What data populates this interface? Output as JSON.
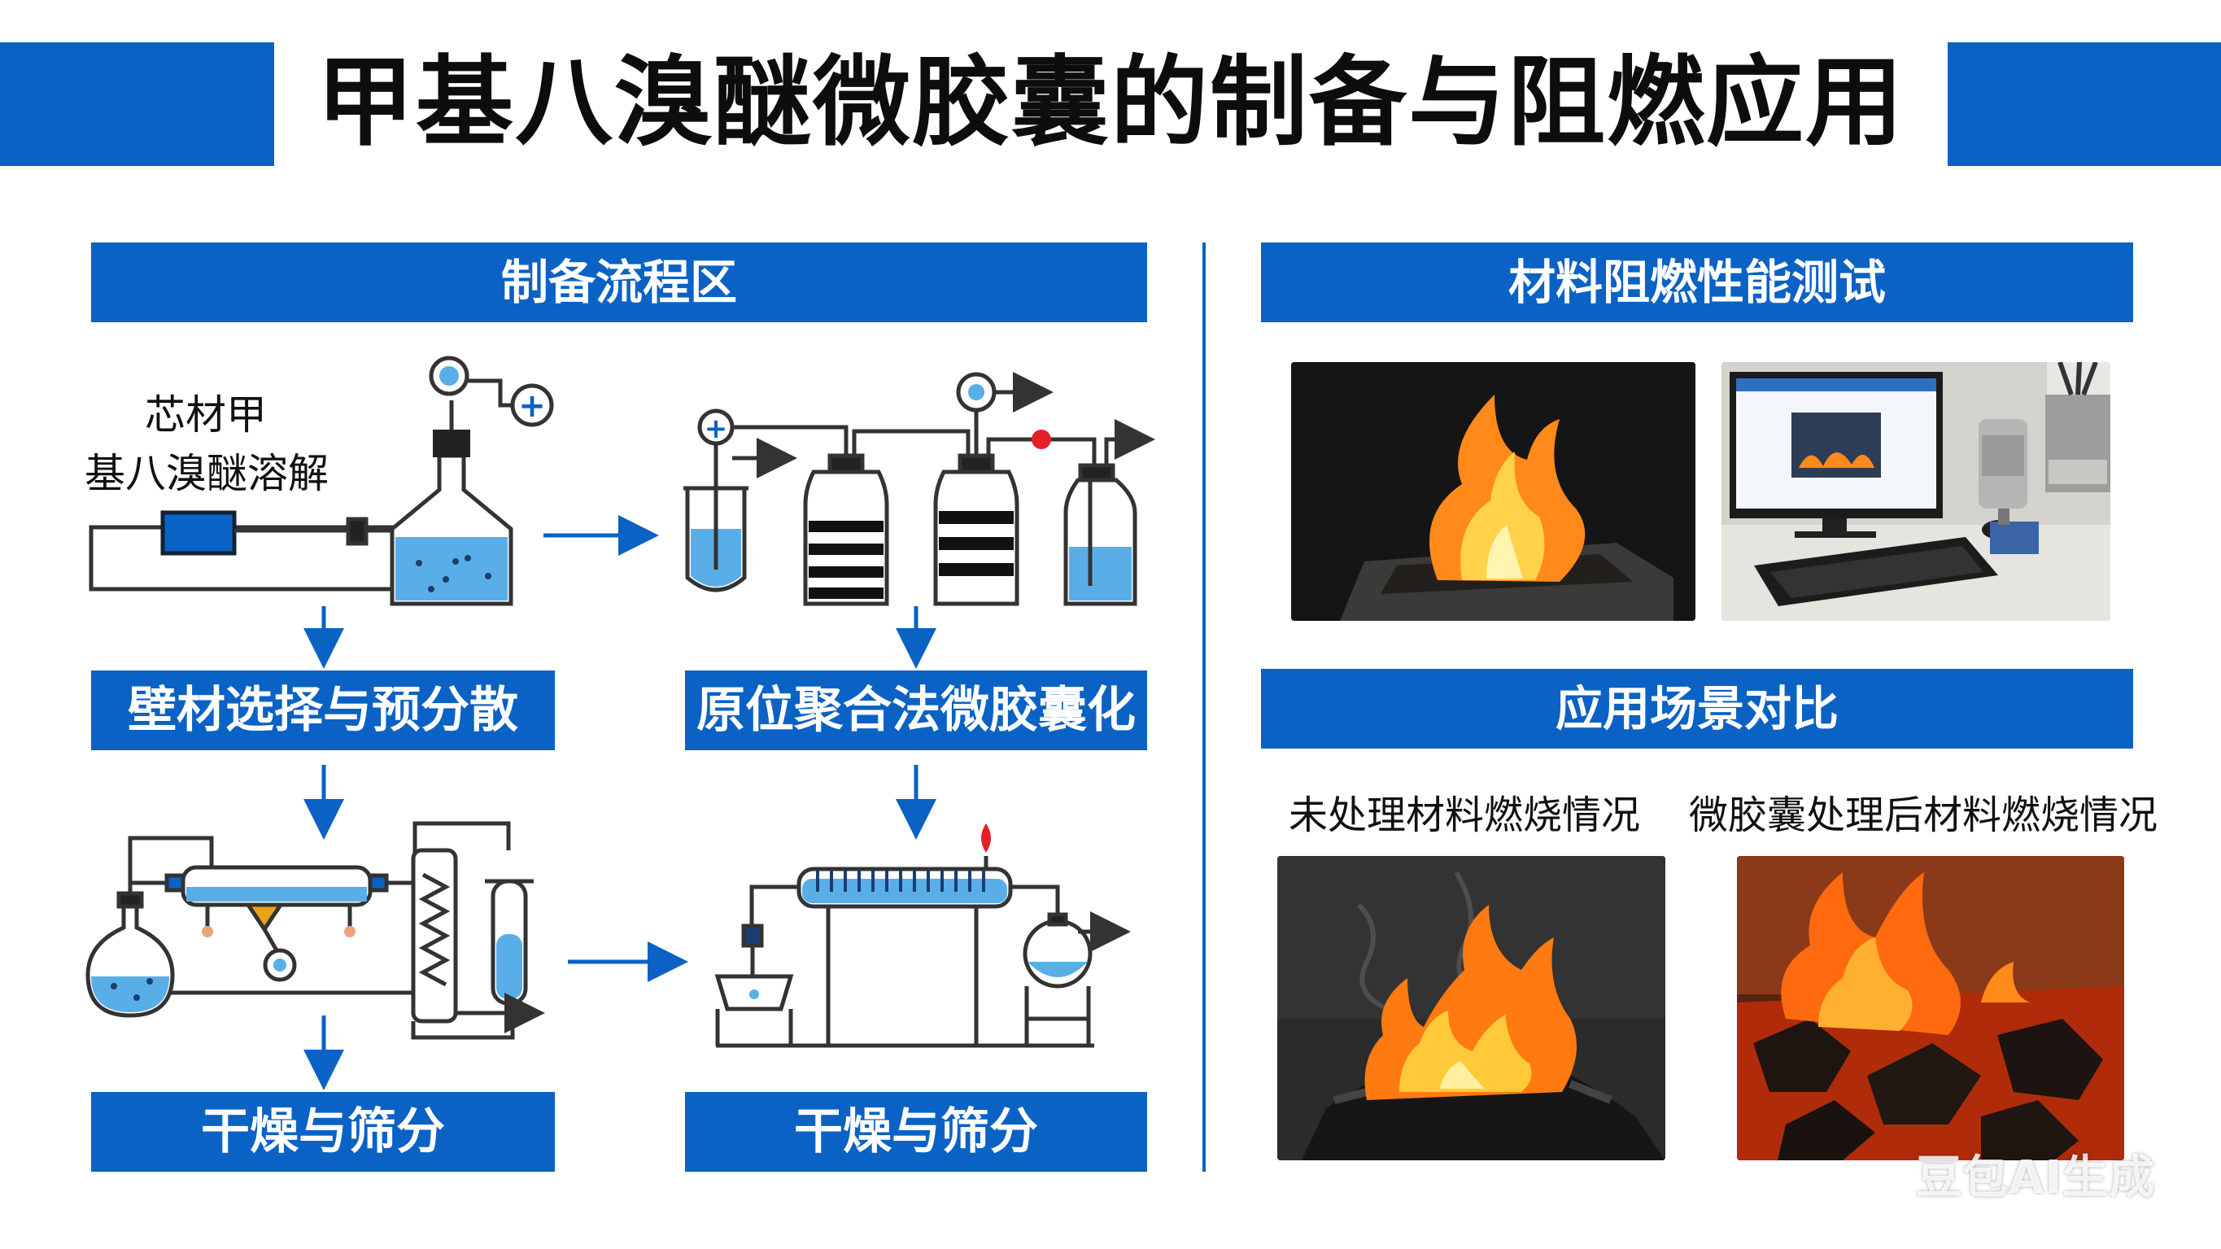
{
  "title": "甲基八溴醚微胶囊的制备与阻燃应用",
  "left_section": {
    "header": "制备流程区",
    "core_label_line1": "芯材甲",
    "core_label_line2": "基八溴醚溶解",
    "steps": {
      "wall_material": "壁材选择与预分散",
      "in_situ": "原位聚合法微胶囊化",
      "dry_left": "干燥与筛分",
      "dry_right": "干燥与筛分"
    }
  },
  "right_section": {
    "test_header": "材料阻燃性能测试",
    "scene_header": "应用场景对比",
    "untreated_caption": "未处理材料燃烧情况",
    "treated_caption": "微胶囊处理后材料燃烧情况"
  },
  "watermark": "豆包AI生成",
  "colors": {
    "accent_blue": "#0a62c4",
    "liquid_blue": "#5aaee8",
    "flame_orange": "#ff8a1a",
    "indicator_red": "#e3202a"
  }
}
